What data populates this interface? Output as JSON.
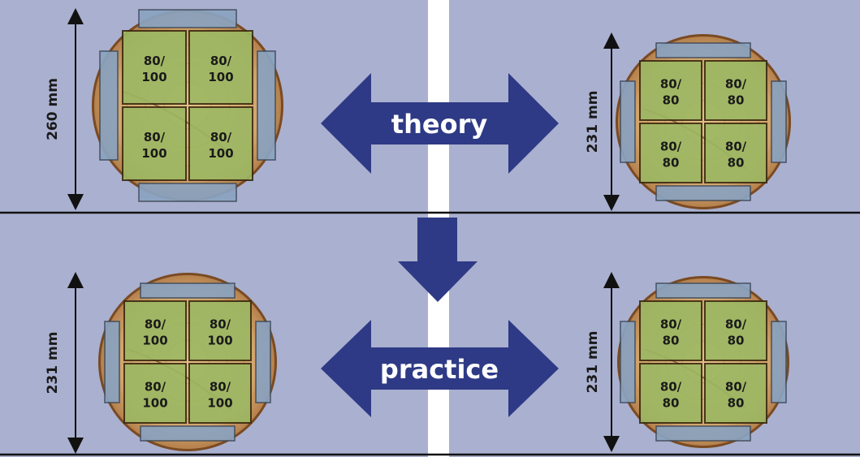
{
  "colors": {
    "background": "#aab0cf",
    "divider": "#ffffff",
    "arrow": "#2e3a85",
    "wood": "#d2a56c",
    "wood_ring": "#c28d4f",
    "bark": "#7a4a22",
    "section_fill": "#9cb863",
    "section_stroke": "#3a2a10",
    "slab_fill": "#8aa3c0",
    "slab_stroke": "#3e4a5a",
    "text": "#1a1a1a",
    "arrow_text": "#ffffff"
  },
  "arrow_labels": {
    "top": "theory",
    "bottom": "practice"
  },
  "panels": {
    "top_left": {
      "dimension": "260 mm",
      "sections": [
        "80/ 100",
        "80/ 100",
        "80/ 100",
        "80/ 100"
      ]
    },
    "top_right": {
      "dimension": "231 mm",
      "sections": [
        "80/ 80",
        "80/ 80",
        "80/ 80",
        "80/ 80"
      ]
    },
    "bottom_left": {
      "dimension": "231 mm",
      "sections": [
        "80/ 100",
        "80/ 100",
        "80/ 100",
        "80/ 100"
      ]
    },
    "bottom_right": {
      "dimension": "231 mm",
      "sections": [
        "80/ 80",
        "80/ 80",
        "80/ 80",
        "80/ 80"
      ]
    }
  }
}
